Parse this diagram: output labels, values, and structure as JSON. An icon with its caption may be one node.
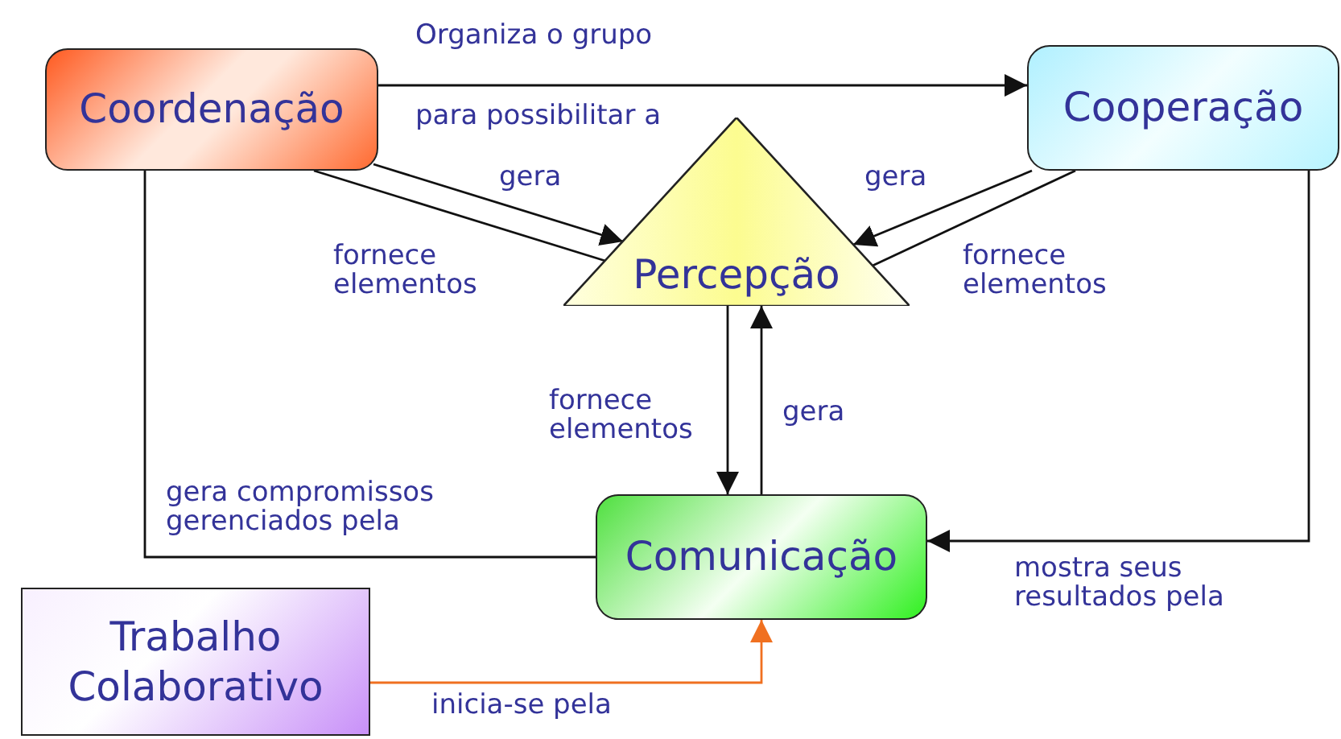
{
  "diagram": {
    "nodes": [
      {
        "text": [
          "Coordenação"
        ]
      },
      {
        "text": [
          "Cooperação"
        ]
      },
      {
        "text": [
          "Percepção"
        ]
      },
      {
        "text": [
          "Comunicação"
        ]
      },
      {
        "text": [
          "Trabalho Colaborativo"
        ]
      }
    ],
    "edges": [
      {
        "from": 0,
        "to": 1,
        "arrow": "to",
        "label": "Organiza o grupo para possibilitar a"
      },
      {
        "from": 0,
        "to": 2,
        "arrow": "to",
        "label": "gera"
      },
      {
        "from": 2,
        "to": 0,
        "arrow": "none",
        "label": "fornece elementos"
      },
      {
        "from": 1,
        "to": 2,
        "arrow": "to",
        "label": "gera"
      },
      {
        "from": 2,
        "to": 1,
        "arrow": "none",
        "label": "fornece elementos"
      },
      {
        "from": 2,
        "to": 3,
        "arrow": "to",
        "label": "fornece elementos"
      },
      {
        "from": 3,
        "to": 2,
        "arrow": "to",
        "label": "gera"
      },
      {
        "from": 0,
        "to": 3,
        "arrow": "none",
        "label": "gera compromissos gerenciados pela"
      },
      {
        "from": 1,
        "to": 3,
        "arrow": "to",
        "label": "mostra seus resultados pela"
      },
      {
        "from": 4,
        "to": 3,
        "arrow": "to",
        "label": "inicia-se pela",
        "color": "#f07020"
      }
    ]
  }
}
